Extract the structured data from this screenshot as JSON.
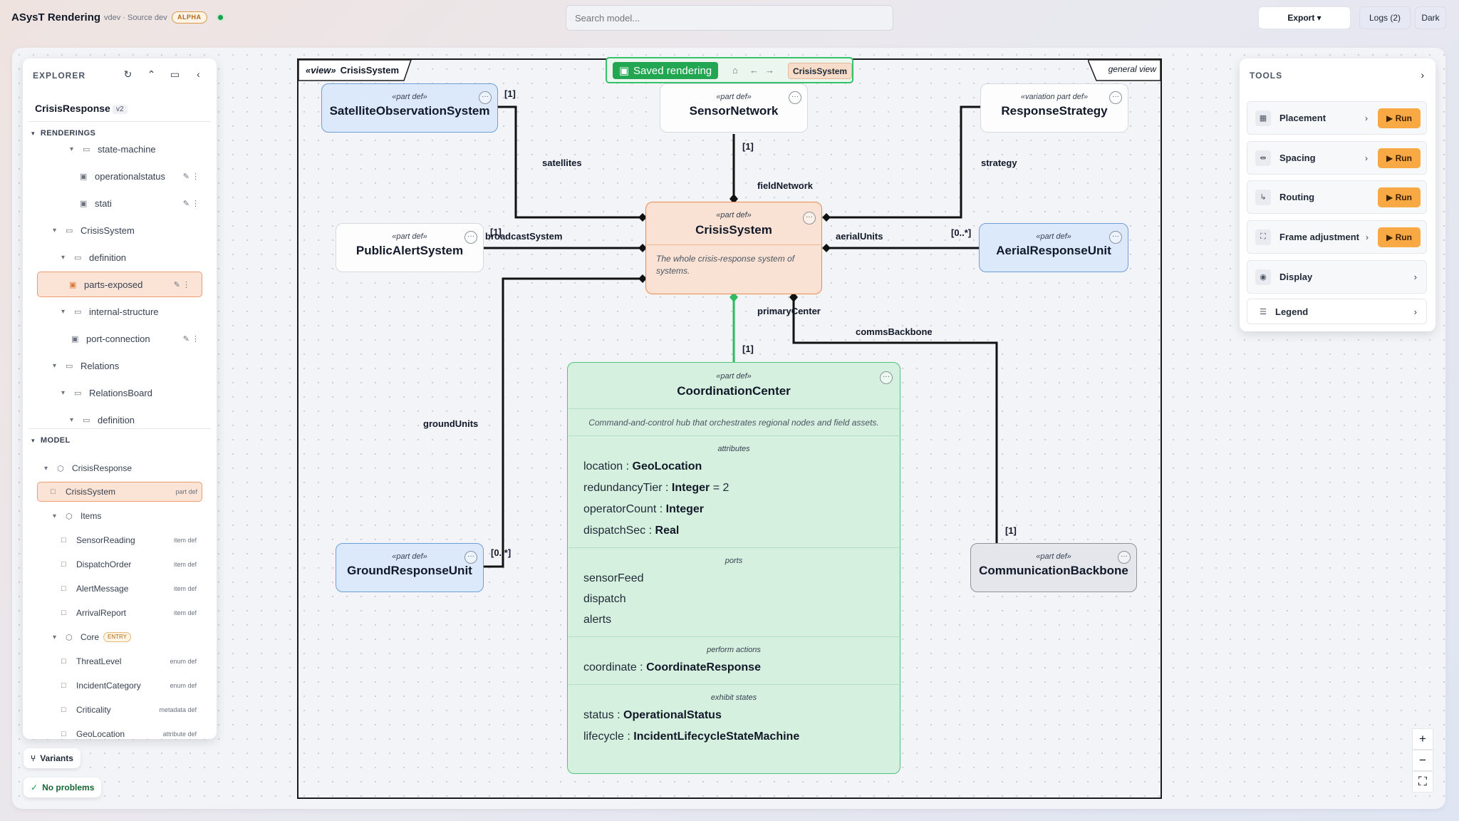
{
  "app": {
    "title": "ASysT Rendering",
    "subtitle": "vdev · Source dev",
    "badge": "ALPHA",
    "search_placeholder": "Search model...",
    "export_label": "Export ▾",
    "logs_label": "Logs (2)",
    "dark_label": "Dark"
  },
  "explorer": {
    "header": "EXPLORER",
    "project": "CrisisResponse",
    "version": "v2",
    "renderings_label": "RENDERINGS",
    "rendering_rows": [
      {
        "label": "state-machine"
      },
      {
        "label": "operationalstatus"
      },
      {
        "label": "stati"
      },
      {
        "label": "CrisisSystem"
      },
      {
        "label": "definition"
      },
      {
        "label": "parts-exposed"
      },
      {
        "label": "internal-structure"
      },
      {
        "label": "port-connection"
      },
      {
        "label": "Relations"
      },
      {
        "label": "RelationsBoard"
      },
      {
        "label": "definition"
      }
    ],
    "model_label": "MODEL",
    "model_rows": [
      {
        "label": "CrisisResponse",
        "kind": ""
      },
      {
        "label": "CrisisSystem",
        "kind": "part def"
      },
      {
        "label": "Items",
        "kind": ""
      },
      {
        "label": "SensorReading",
        "kind": "item def"
      },
      {
        "label": "DispatchOrder",
        "kind": "item def"
      },
      {
        "label": "AlertMessage",
        "kind": "item def"
      },
      {
        "label": "ArrivalReport",
        "kind": "item def"
      },
      {
        "label": "Core",
        "kind": "",
        "badge": "ENTRY"
      },
      {
        "label": "ThreatLevel",
        "kind": "enum def"
      },
      {
        "label": "IncidentCategory",
        "kind": "enum def"
      },
      {
        "label": "Criticality",
        "kind": "metadata def"
      },
      {
        "label": "GeoLocation",
        "kind": "attribute def"
      }
    ]
  },
  "bottom": {
    "variants": "Variants",
    "problems": "No problems"
  },
  "tools": {
    "header": "TOOLS",
    "rows": [
      {
        "label": "Placement",
        "icon": "grid-icon",
        "run": "▶ Run"
      },
      {
        "label": "Spacing",
        "icon": "spacing-icon",
        "run": "▶ Run"
      },
      {
        "label": "Routing",
        "icon": "route-icon",
        "run": "▶ Run"
      },
      {
        "label": "Frame adjustment",
        "icon": "frame-icon",
        "run": "▶ Run"
      },
      {
        "label": "Display",
        "icon": "eye-icon",
        "run": ""
      },
      {
        "label": "Legend",
        "icon": "list-icon",
        "run": ""
      }
    ]
  },
  "diagram": {
    "view_keyword": "«view»",
    "view_name": "CrisisSystem",
    "view_kind": "general view",
    "saved_label": "Saved rendering",
    "breadcrumb_chip": "CrisisSystem",
    "nodes": {
      "satellite": {
        "stereo": "«part def»",
        "name": "SatelliteObservationSystem"
      },
      "sensor": {
        "stereo": "«part def»",
        "name": "SensorNetwork"
      },
      "strategy": {
        "stereo": "«variation part def»",
        "name": "ResponseStrategy"
      },
      "alert": {
        "stereo": "«part def»",
        "name": "PublicAlertSystem"
      },
      "crisis": {
        "stereo": "«part def»",
        "name": "CrisisSystem",
        "desc": "The whole crisis-response system of systems."
      },
      "aerial": {
        "stereo": "«part def»",
        "name": "AerialResponseUnit"
      },
      "ground": {
        "stereo": "«part def»",
        "name": "GroundResponseUnit"
      },
      "comms": {
        "stereo": "«part def»",
        "name": "CommunicationBackbone"
      },
      "coord": {
        "stereo": "«part def»",
        "name": "CoordinationCenter",
        "desc": "Command-and-control hub that orchestrates regional nodes and field assets.",
        "attributes_title": "attributes",
        "attributes": [
          {
            "name": "location",
            "type": "GeoLocation",
            "value": ""
          },
          {
            "name": "redundancyTier",
            "type": "Integer",
            "value": "= 2"
          },
          {
            "name": "operatorCount",
            "type": "Integer",
            "value": ""
          },
          {
            "name": "dispatchSec",
            "type": "Real",
            "value": ""
          }
        ],
        "ports_title": "ports",
        "ports": [
          "sensorFeed",
          "dispatch",
          "alerts"
        ],
        "actions_title": "perform actions",
        "actions": [
          {
            "name": "coordinate",
            "type": "CoordinateResponse"
          }
        ],
        "states_title": "exhibit states",
        "states": [
          {
            "name": "status",
            "type": "OperationalStatus"
          },
          {
            "name": "lifecycle",
            "type": "IncidentLifecycleStateMachine"
          }
        ]
      }
    },
    "edges": {
      "satellites": "satellites",
      "satellites_mult": "[1]",
      "fieldNetwork": "fieldNetwork",
      "fieldNetwork_mult": "[1]",
      "strategy": "strategy",
      "broadcastSystem": "broadcastSystem",
      "broadcastSystem_mult": "[1]",
      "aerialUnits": "aerialUnits",
      "aerialUnits_mult": "[0..*]",
      "primaryCenter": "primaryCenter",
      "primaryCenter_mult": "[1]",
      "commsBackbone": "commsBackbone",
      "commsBackbone_mult": "[1]",
      "groundUnits": "groundUnits",
      "groundUnits_mult": "[0..*]"
    }
  }
}
